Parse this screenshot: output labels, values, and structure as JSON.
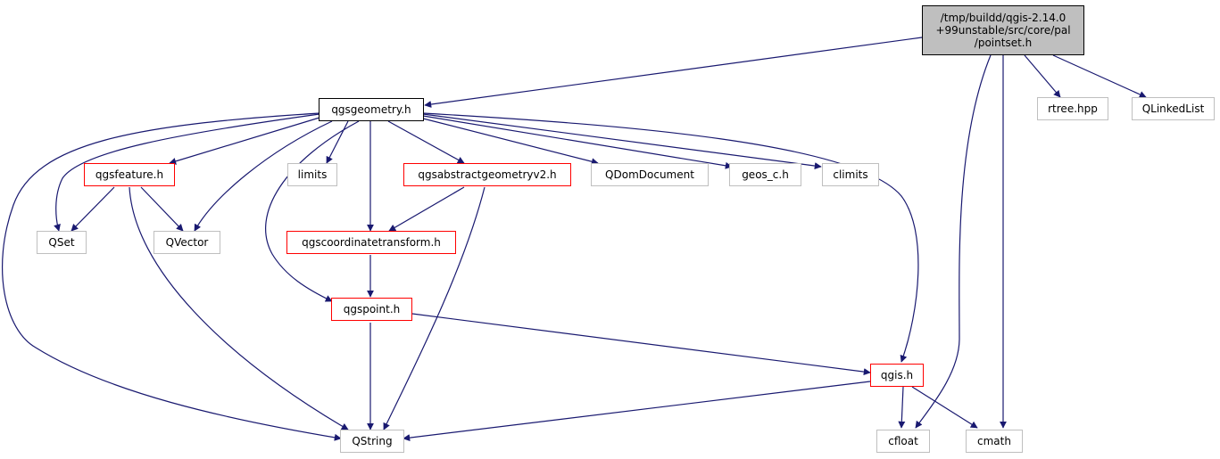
{
  "colors": {
    "edge": "#191970",
    "linked_border": "#ff0000",
    "external_border": "#bfbfbf",
    "root_fill": "#bfbfbf"
  },
  "root": {
    "label_lines": [
      "/tmp/buildd/qgis-2.14.0",
      "+99unstable/src/core/pal",
      "/pointset.h"
    ]
  },
  "nodes": {
    "qgsgeometry": "qgsgeometry.h",
    "rtree": "rtree.hpp",
    "qlinkedlist": "QLinkedList",
    "qgsfeature": "qgsfeature.h",
    "limits": "limits",
    "qgsabstractgeometryv2": "qgsabstractgeometryv2.h",
    "qdomdocument": "QDomDocument",
    "geos_c": "geos_c.h",
    "climits": "climits",
    "qset": "QSet",
    "qvector": "QVector",
    "qgscoordinatetransform": "qgscoordinatetransform.h",
    "qgspoint": "qgspoint.h",
    "qgis": "qgis.h",
    "qstring": "QString",
    "cfloat": "cfloat",
    "cmath": "cmath"
  }
}
